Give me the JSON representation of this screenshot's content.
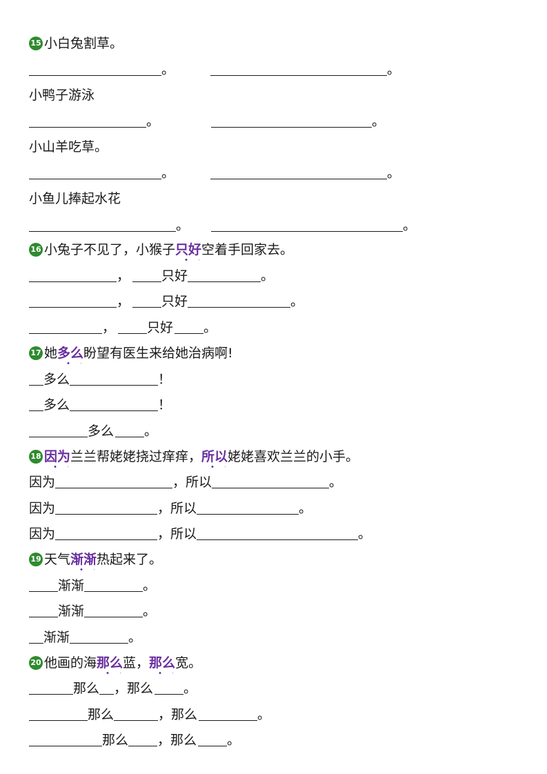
{
  "q15": {
    "number": "15",
    "prompt": "小白兔割草。",
    "items": [
      "小鸭子游泳",
      "小山羊吃草。",
      "小鱼儿捧起水花"
    ],
    "period": "。"
  },
  "q16": {
    "number": "16",
    "prompt_a": "小兔子不见了，小猴子",
    "highlight": "只好",
    "prompt_b": "空着手回家去。",
    "comma": "，",
    "word": "只好",
    "period": "。"
  },
  "q17": {
    "number": "17",
    "prompt_a": "她",
    "highlight": "多么",
    "prompt_b": "盼望有医生来给她治病啊!",
    "word": "多么",
    "excl": "！",
    "period": "。"
  },
  "q18": {
    "number": "18",
    "highlight_a": "因为",
    "prompt_a": "兰兰帮姥姥挠过痒痒，",
    "highlight_b": "所以",
    "prompt_b": "姥姥喜欢兰兰的小手。",
    "word_a": "因为",
    "comma_word_b": "，所以",
    "period": "。"
  },
  "q19": {
    "number": "19",
    "prompt_a": "天气",
    "highlight": "渐渐",
    "prompt_b": "热起来了。",
    "word": "渐渐",
    "period": "。"
  },
  "q20": {
    "number": "20",
    "prompt_a": "他画的海",
    "highlight_a": "那么",
    "prompt_b": "蓝，",
    "highlight_b": "那么",
    "prompt_c": "宽。",
    "word": "那么",
    "comma_word": "，那么",
    "period": "。"
  }
}
